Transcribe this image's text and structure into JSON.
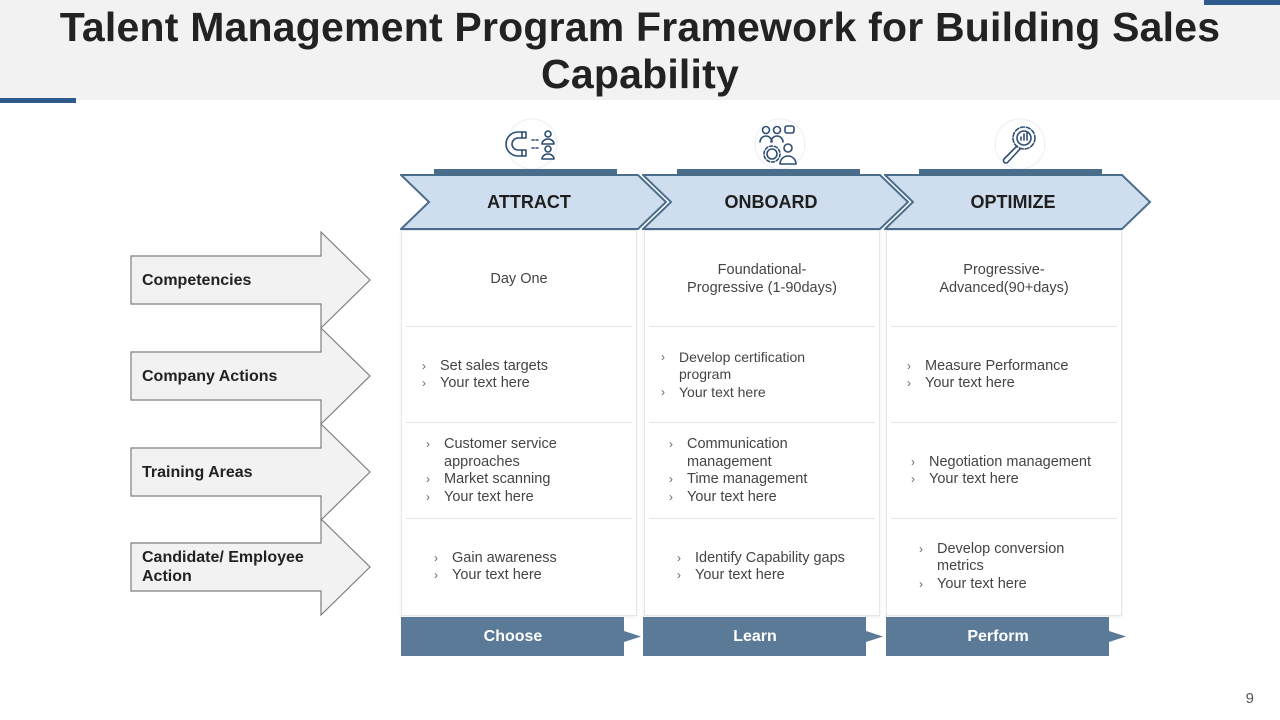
{
  "title": "Talent Management Program Framework for Building Sales Capability",
  "page_number": "9",
  "colors": {
    "accent": "#2e5a8c",
    "chevron_fill": "#cfdeee",
    "chevron_stroke": "#4b6d8c",
    "footer_fill": "#5a7a98",
    "row_arrow_fill": "#f2f2f2",
    "row_arrow_stroke": "#7f7f7f"
  },
  "rows": [
    {
      "label": "Competencies",
      "icon": "none"
    },
    {
      "label": "Company Actions",
      "icon": "none"
    },
    {
      "label": "Training Areas",
      "icon": "none"
    },
    {
      "label": "Candidate/ Employee Action",
      "icon": "none"
    }
  ],
  "columns": [
    {
      "header": "ATTRACT",
      "icon": "magnet-people-icon",
      "stage": "Day One",
      "company_actions": [
        "Set sales targets",
        "Your text here"
      ],
      "training_areas": [
        "Customer service approaches",
        "Market scanning",
        "Your text here"
      ],
      "employee_actions": [
        "Gain awareness",
        "Your text here"
      ],
      "footer": "Choose"
    },
    {
      "header": "ONBOARD",
      "icon": "team-gear-icon",
      "stage": "Foundational-Progressive (1-90days)",
      "company_actions": [
        "Develop certification program",
        "Your text here"
      ],
      "training_areas": [
        "Communication management",
        "Time management",
        "Your text here"
      ],
      "employee_actions": [
        "Identify Capability gaps",
        "Your text here"
      ],
      "footer": "Learn"
    },
    {
      "header": "OPTIMIZE",
      "icon": "gear-wrench-chart-icon",
      "stage": "Progressive-Advanced(90+days)",
      "company_actions": [
        "Measure Performance",
        "Your text here"
      ],
      "training_areas": [
        "Negotiation management",
        "Your text here"
      ],
      "employee_actions": [
        "Develop conversion metrics",
        "Your text here"
      ],
      "footer": "Perform"
    }
  ]
}
